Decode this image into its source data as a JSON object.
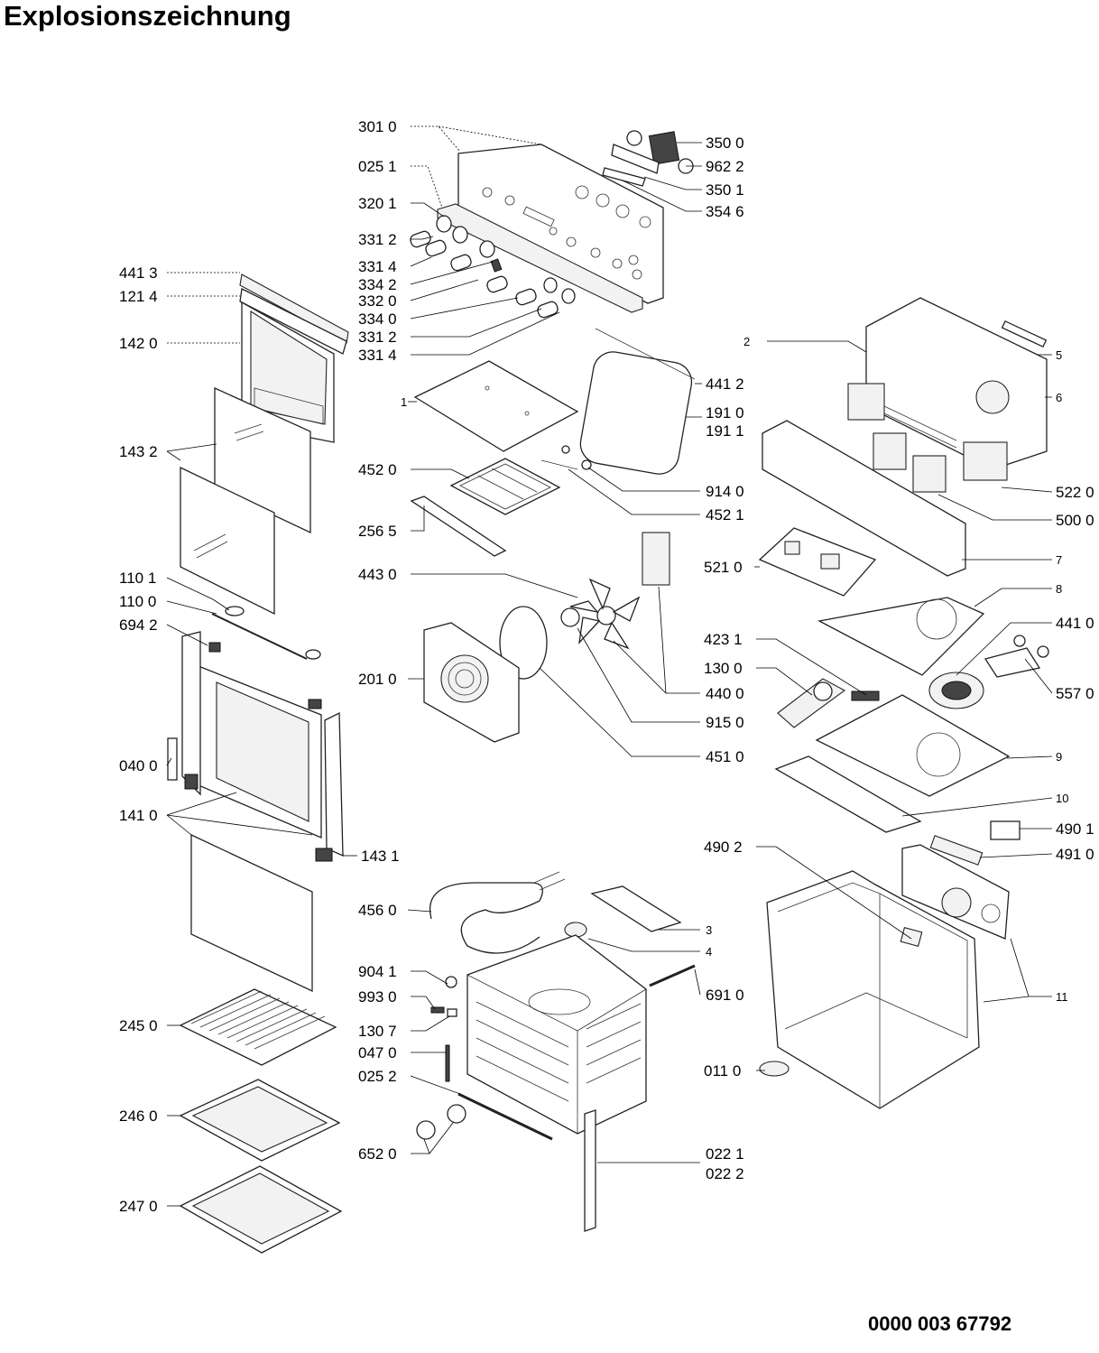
{
  "title": "Explosionszeichnung",
  "document_number": "0000 003 67792",
  "labels": {
    "l3010": "301 0",
    "l0251": "025 1",
    "l3201": "320 1",
    "l3312a": "331 2",
    "l3314a": "331 4",
    "l3342": "334 2",
    "l3320": "332 0",
    "l3340": "334 0",
    "l3312b": "331 2",
    "l3314b": "331 4",
    "l3500": "350 0",
    "l9622": "962 2",
    "l3501": "350 1",
    "l3546": "354 6",
    "l4413": "441 3",
    "l1214": "121 4",
    "l1420": "142 0",
    "l1432": "143 2",
    "l1101": "110 1",
    "l1100": "110 0",
    "l6942": "694 2",
    "l0400": "040 0",
    "l1410": "141 0",
    "l1431": "143 1",
    "l2450": "245 0",
    "l2460": "246 0",
    "l2470": "247 0",
    "l1": "1",
    "l4520": "452 0",
    "l2565": "256 5",
    "l4430": "443 0",
    "l2010": "201 0",
    "l4412": "441 2",
    "l1910": "191 0",
    "l1911": "191 1",
    "l9140": "914 0",
    "l4521": "452 1",
    "l5210": "521 0",
    "l4231": "423 1",
    "l1300": "130 0",
    "l4400": "440 0",
    "l9150": "915 0",
    "l4510": "451 0",
    "l2": "2",
    "l5": "5",
    "l6": "6",
    "l5220": "522 0",
    "l5000": "500 0",
    "l7": "7",
    "l8": "8",
    "l4410": "441 0",
    "l5570": "557 0",
    "l9": "9",
    "l10": "10",
    "l4901": "490 1",
    "l4902": "490 2",
    "l4910": "491 0",
    "l11": "11",
    "l4560": "456 0",
    "l3": "3",
    "l4": "4",
    "l9041": "904 1",
    "l9930": "993 0",
    "l1307": "130 7",
    "l0470": "047 0",
    "l0252": "025 2",
    "l6910": "691 0",
    "l0110": "011 0",
    "l6520": "652 0",
    "l0221": "022 1",
    "l0222": "022 2"
  }
}
